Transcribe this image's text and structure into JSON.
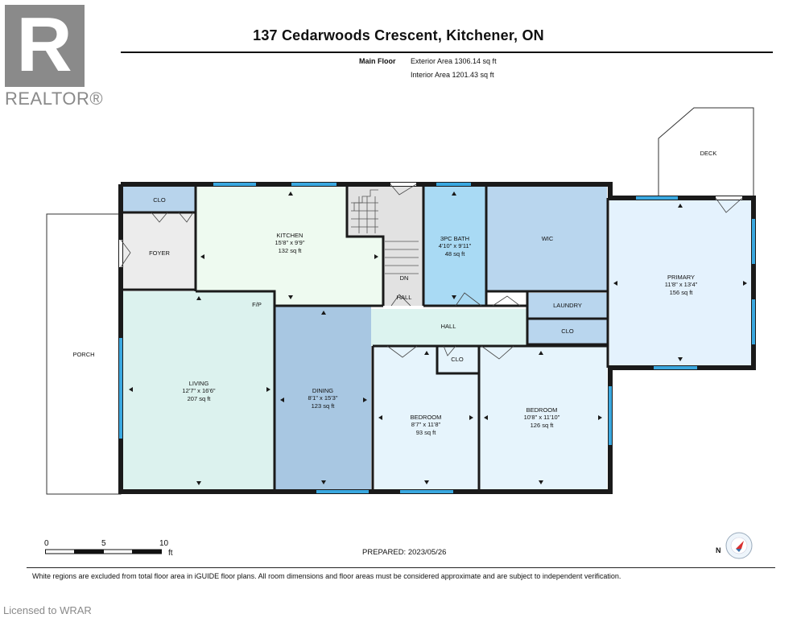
{
  "branding": {
    "logo_letter": "R",
    "logo_text": "REALTOR®"
  },
  "header": {
    "title": "137 Cedarwoods Crescent, Kitchener, ON",
    "floor_label": "Main Floor",
    "exterior_area": "Exterior Area 1306.14 sq ft",
    "interior_area": "Interior Area 1201.43 sq ft"
  },
  "rooms": {
    "clo_foyer": "CLO",
    "foyer": "FOYER",
    "kitchen": {
      "name": "KITCHEN",
      "dims": "15'8\" x 9'9\"",
      "area": "132 sq ft"
    },
    "bath": {
      "name": "3PC BATH",
      "dims": "4'10\" x 9'11\"",
      "area": "48 sq ft"
    },
    "wic": "WIC",
    "deck": "DECK",
    "primary": {
      "name": "PRIMARY",
      "dims": "11'8\" x 13'4\"",
      "area": "156 sq ft"
    },
    "dn": "DN",
    "hall_small": "HALL",
    "hall": "HALL",
    "laundry": "LAUNDRY",
    "clo_right": "CLO",
    "clo_middle": "CLO",
    "fp": "F/P",
    "porch": "PORCH",
    "living": {
      "name": "LIVING",
      "dims": "12'7\" x 16'6\"",
      "area": "207 sq ft"
    },
    "dining": {
      "name": "DINING",
      "dims": "8'1\" x 15'3\"",
      "area": "123 sq ft"
    },
    "bedroom1": {
      "name": "BEDROOM",
      "dims": "8'7\" x 11'8\"",
      "area": "93 sq ft"
    },
    "bedroom2": {
      "name": "BEDROOM",
      "dims": "10'8\" x 11'10\"",
      "area": "126 sq ft"
    }
  },
  "scale": {
    "ticks": [
      "0",
      "5",
      "10"
    ],
    "unit": "ft"
  },
  "prepared": "PREPARED: 2023/05/26",
  "compass_letter": "N",
  "footer": {
    "disclaimer": "White regions are excluded from total floor area in iGUIDE floor plans. All room dimensions and floor areas must be considered approximate and are subject to independent verification.",
    "licensed": "Licensed to WRAR"
  },
  "colors": {
    "wall": "#1a1a1a",
    "window": "#3aa8e0",
    "foyer": "#ececec",
    "clo": "#b8d4ec",
    "kitchen": "#eefaf0",
    "stairs": "#e2e2e2",
    "bath": "#a9daf4",
    "wic": "#b9d6ee",
    "primary": "#e4f2fd",
    "living": "#dcf2ee",
    "dining": "#a8c7e2",
    "hall": "#dcf3ef",
    "bedroom": "#e6f4fc",
    "laundry": "#b9d6ee"
  }
}
